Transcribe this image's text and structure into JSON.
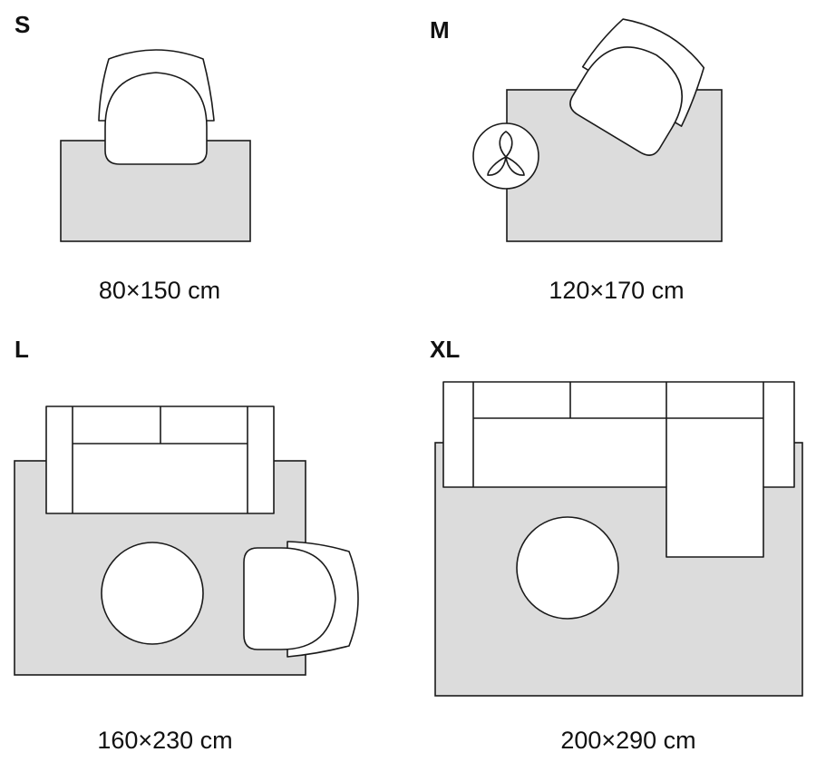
{
  "panels": [
    {
      "size": "S",
      "dimensions": "80×150 cm"
    },
    {
      "size": "M",
      "dimensions": "120×170 cm"
    },
    {
      "size": "L",
      "dimensions": "160×230 cm"
    },
    {
      "size": "XL",
      "dimensions": "200×290 cm"
    }
  ],
  "colors": {
    "rug_fill": "#dcdcdc",
    "outline": "#1a1a1a",
    "furniture_fill": "#ffffff"
  },
  "icons": [
    "armchair-icon",
    "plant-icon",
    "sofa-icon",
    "corner-sofa-icon",
    "round-table-icon"
  ]
}
